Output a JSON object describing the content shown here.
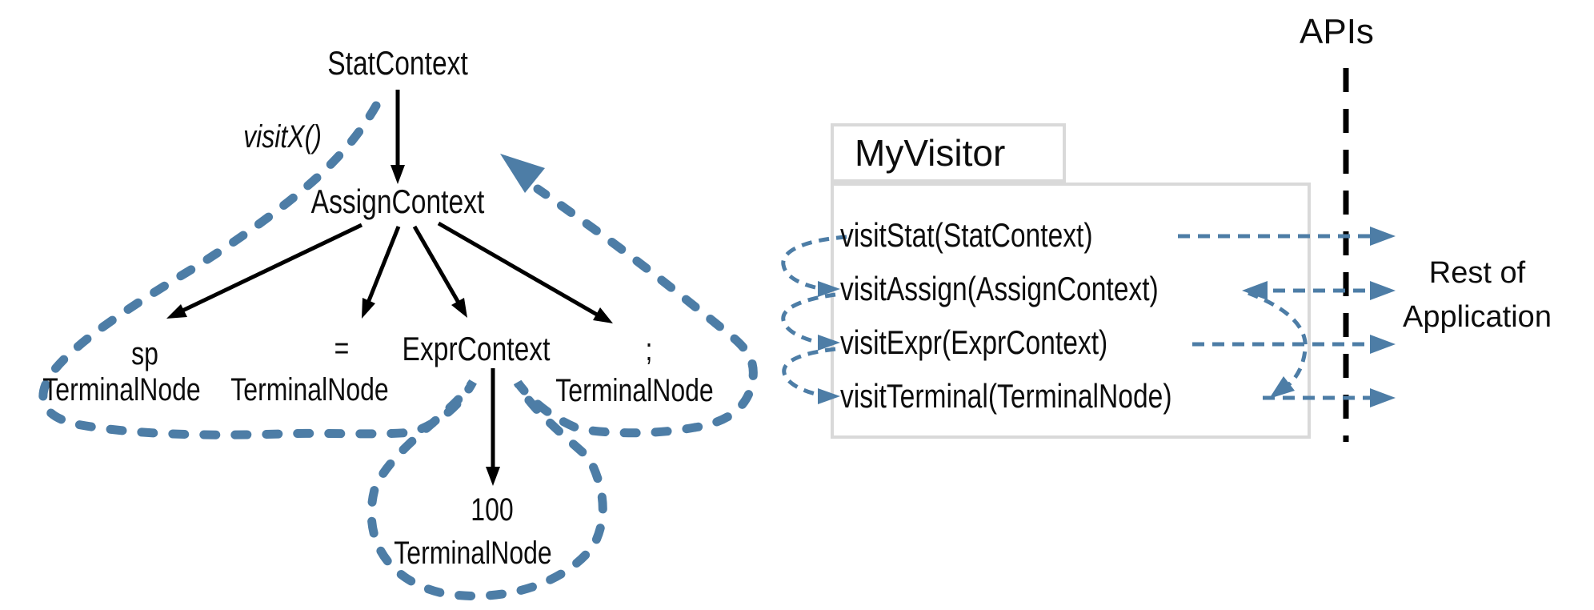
{
  "colors": {
    "accent_blue": "#4d7da6",
    "box_border": "#d9d9d9",
    "text": "#0d0d0d"
  },
  "tree": {
    "stat": "StatContext",
    "assign": "AssignContext",
    "visit_annotation": "visitX()",
    "sp_token": "sp",
    "sp_type": "TerminalNode",
    "eq_token": "=",
    "eq_type": "TerminalNode",
    "expr": "ExprContext",
    "semi_token": ";",
    "semi_type": "TerminalNode",
    "num_token": "100",
    "num_type": "TerminalNode"
  },
  "visitor_box": {
    "title": "MyVisitor",
    "methods": [
      "visitStat(StatContext)",
      "visitAssign(AssignContext)",
      "visitExpr(ExprContext)",
      "visitTerminal(TerminalNode)"
    ]
  },
  "right_panel": {
    "apis_label": "APIs",
    "rest_line1": "Rest of",
    "rest_line2": "Application"
  }
}
